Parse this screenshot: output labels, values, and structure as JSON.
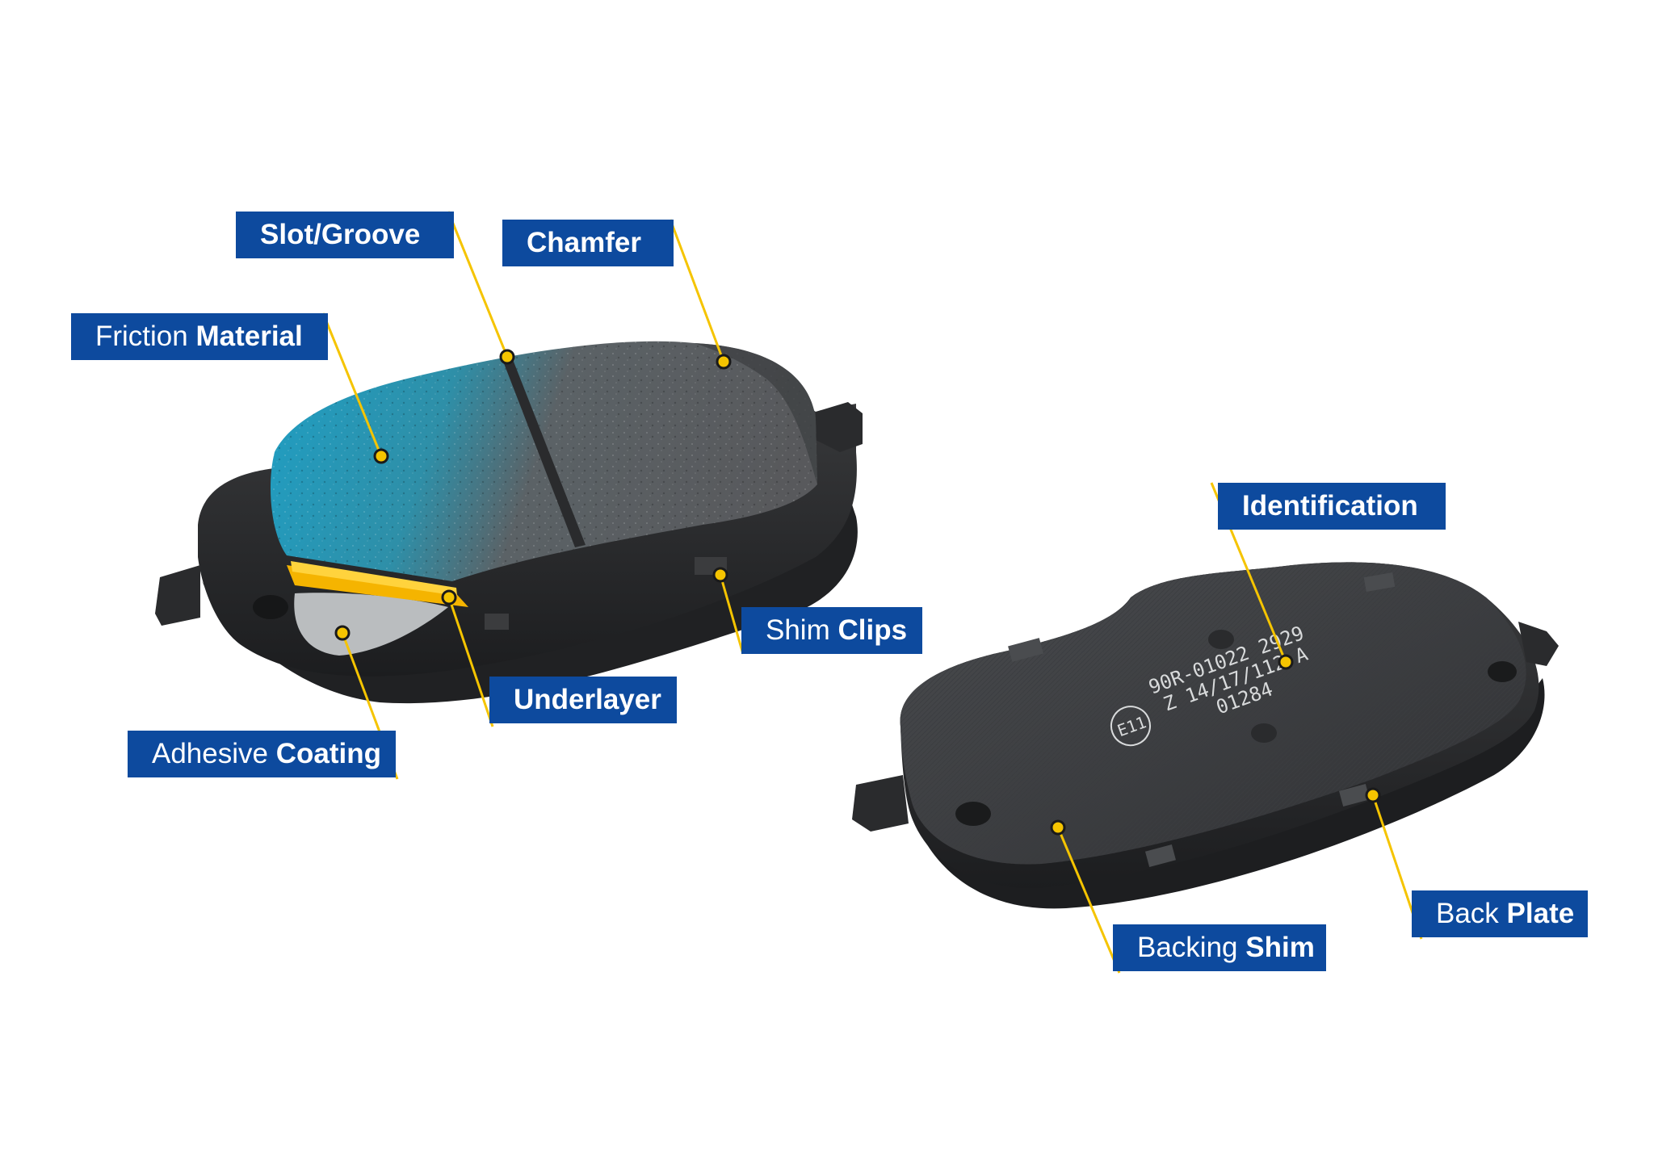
{
  "diagram": {
    "labels": {
      "slot_groove": {
        "light": "",
        "bold": "Slot/Groove"
      },
      "chamfer": {
        "light": "",
        "bold": "Chamfer"
      },
      "friction_material": {
        "light": "Friction ",
        "bold": "Material"
      },
      "shim_clips": {
        "light": "Shim ",
        "bold": "Clips"
      },
      "underlayer": {
        "light": "",
        "bold": "Underlayer"
      },
      "adhesive_coating": {
        "light": "Adhesive ",
        "bold": "Coating"
      },
      "identification": {
        "light": "",
        "bold": "Identification"
      },
      "back_plate": {
        "light": "Back ",
        "bold": "Plate"
      },
      "backing_shim": {
        "light": "Backing ",
        "bold": "Shim"
      }
    },
    "stamp": {
      "line1": "90R-01022 2929",
      "line2": "Z 14/17/112 A",
      "line3": "01284",
      "mark": "E11"
    },
    "colors": {
      "label_bg": "#0d4a9e",
      "leader": "#f5c400",
      "friction_blue": "#2aa3c4",
      "friction_grey": "#5c5f62",
      "underlayer": "#f5b800",
      "adhesive": "#b9bcbf",
      "plate": "#2b2c2e"
    }
  }
}
